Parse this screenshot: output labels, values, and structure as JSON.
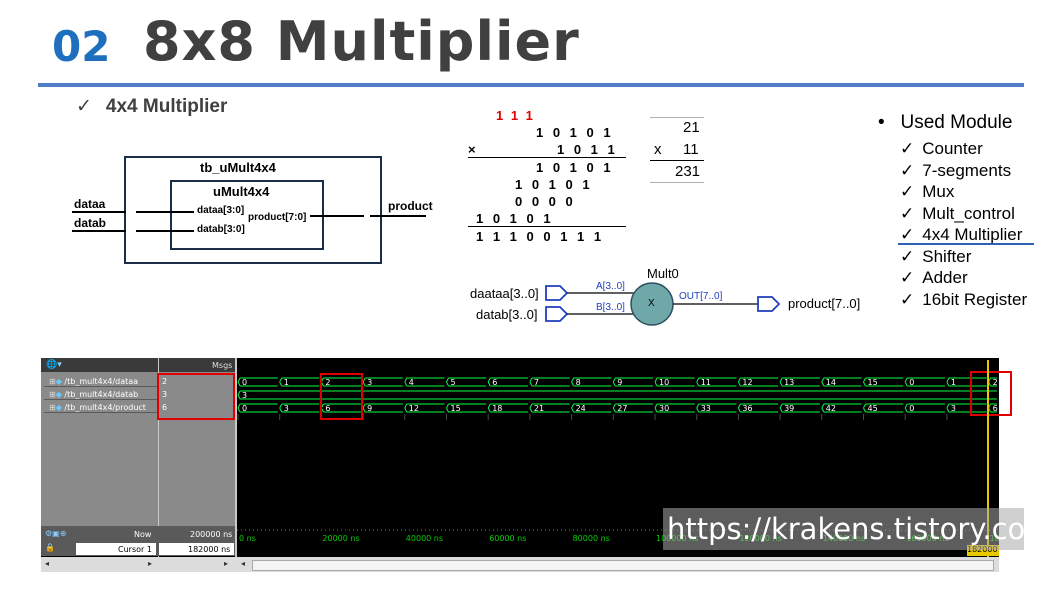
{
  "slide": {
    "number": "02",
    "title": "8x8 Multiplier",
    "subtitle_check": "✓",
    "subtitle": "4x4 Multiplier"
  },
  "block": {
    "outer_title": "tb_uMult4x4",
    "inner_title": "uMult4x4",
    "in_a": "dataa",
    "in_b": "datab",
    "port_a": "dataa[3:0]",
    "port_b": "datab[3:0]",
    "port_out": "product[7:0]",
    "out": "product"
  },
  "arith": {
    "carries": "1 1 1",
    "row1": "1 0 1 0 1",
    "times": "×",
    "row2": "1 0 1 1",
    "p1": "1 0 1 0 1",
    "p2": "1 0 1 0 1",
    "p3": "0 0 0 0",
    "p4": "1 0 1 0 1",
    "result": "1 1 1 0 0 1 1 1",
    "dec_a": "21",
    "dec_x": "x",
    "dec_b": "11",
    "dec_r": "231"
  },
  "mult0": {
    "name": "Mult0",
    "in_a": "daataa[3..0]",
    "in_b": "datab[3..0]",
    "port_a": "A[3..0]",
    "port_b": "B[3..0]",
    "op": "X",
    "port_out": "OUT[7..0]",
    "out": "product[7..0]"
  },
  "modules": {
    "bullet": "•",
    "heading": "Used Module",
    "check": "✓",
    "items": [
      "Counter",
      "7-segments",
      "Mux",
      "Mult_control",
      "4x4 Multiplier",
      "Shifter",
      "Adder",
      "16bit Register"
    ]
  },
  "sim": {
    "msgs_label": "Msgs",
    "signals": [
      {
        "name": "/tb_mult4x4/dataa",
        "value": "2"
      },
      {
        "name": "/tb_mult4x4/datab",
        "value": "3"
      },
      {
        "name": "/tb_mult4x4/product",
        "value": "6"
      }
    ],
    "dataa_wave": [
      "0",
      "1",
      "2",
      "3",
      "4",
      "5",
      "6",
      "7",
      "8",
      "9",
      "10",
      "11",
      "12",
      "13",
      "14",
      "15",
      "0",
      "1",
      "2"
    ],
    "datab_wave": [
      "3"
    ],
    "product_wave": [
      "0",
      "3",
      "6",
      "9",
      "12",
      "15",
      "18",
      "21",
      "24",
      "27",
      "30",
      "33",
      "36",
      "39",
      "42",
      "45",
      "0",
      "3",
      "6"
    ],
    "now_label": "Now",
    "now_value": "200000 ns",
    "cursor_label": "Cursor 1",
    "cursor_value": "182000 ns",
    "time_ticks": [
      "0 ns",
      "20000 ns",
      "40000 ns",
      "60000 ns",
      "80000 ns",
      "100000 ns",
      "120000 ns",
      "140000 ns",
      "160000 ns",
      "180000 ns"
    ],
    "cursor_readout": "182000",
    "scroll_left": "◂",
    "scroll_right": "▸"
  },
  "watermark": "https://krakens.tistory.com"
}
